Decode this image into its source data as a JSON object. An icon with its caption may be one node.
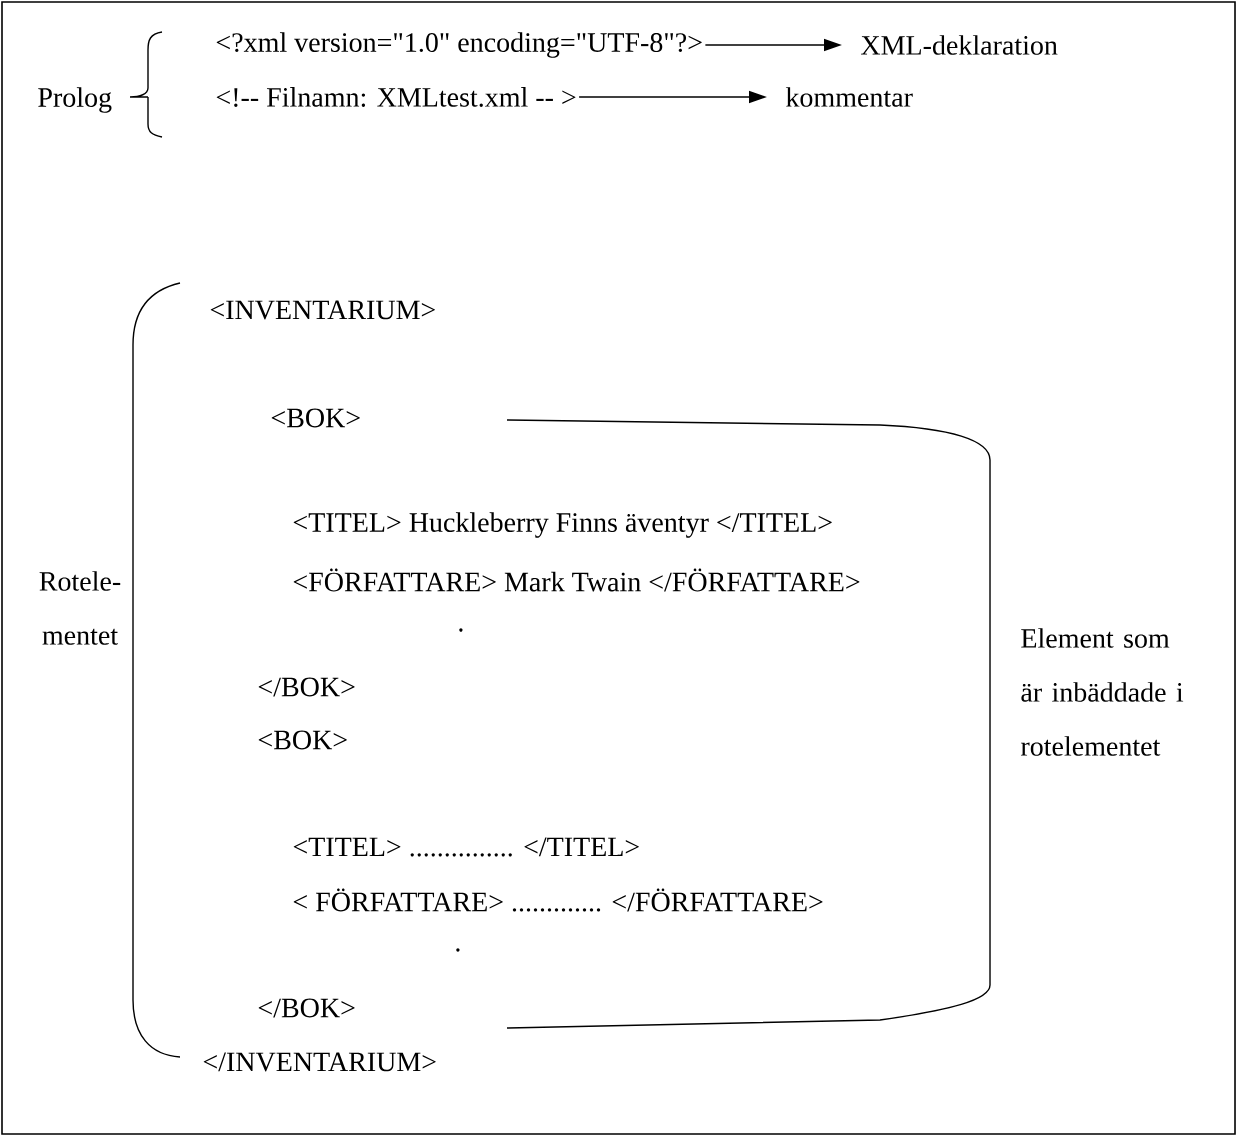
{
  "diagram": {
    "nodes": [
      {
        "text": [
          "<?xml version=\"1.0\" encoding=\"UTF-8\"?>"
        ]
      },
      {
        "text": [
          "XML-deklaration"
        ]
      },
      {
        "text": [
          "<!-- Filnamn: XMLtest.xml -- >"
        ]
      },
      {
        "text": [
          "kommentar"
        ]
      }
    ],
    "edges": [
      {
        "from": 0,
        "to": 1,
        "arrow": "to"
      },
      {
        "from": 2,
        "to": 3,
        "arrow": "to"
      }
    ],
    "labels": [
      "Prolog",
      "<INVENTARIUM>",
      "<BOK>",
      "<TITEL> Huckleberry Finns äventyr </TITEL>",
      "<FÖRFATTARE> Mark Twain </FÖRFATTARE>",
      "Rotele- mentet",
      ".",
      "Element som är inbäddade i rotelementet",
      "</BOK>",
      "<BOK>",
      "<TITEL> ............... </TITEL>",
      "< FÖRFATTARE> ............. </FÖRFATTARE>",
      ".",
      "</BOK>",
      "</INVENTARIUM>"
    ]
  }
}
